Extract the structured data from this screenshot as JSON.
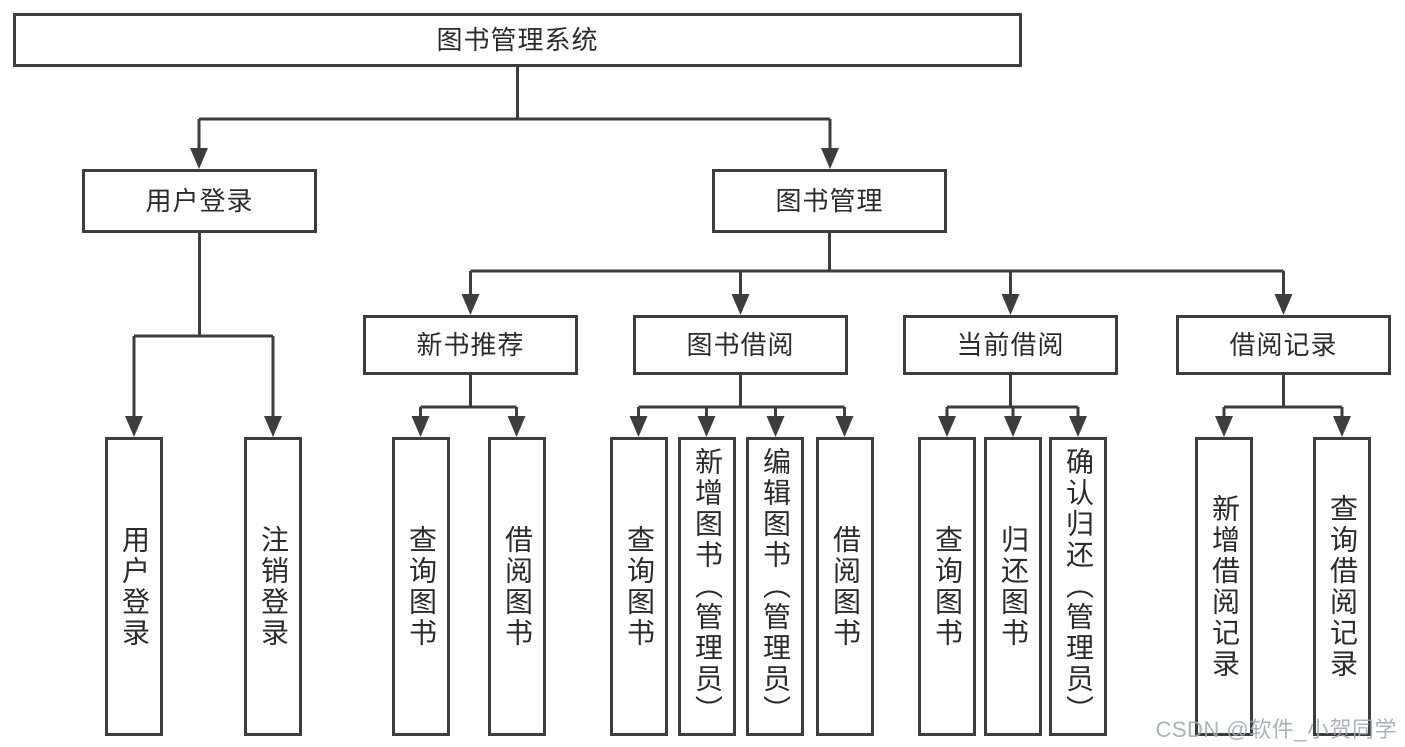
{
  "diagram_title": "图书管理系统",
  "watermark": "CSDN @软件_小贺同学",
  "colors": {
    "line": "#3d3d3d",
    "text": "#2b2b2b",
    "watermark": "#a6aaaf",
    "background": "#ffffff"
  },
  "nodes": {
    "root": "图书管理系统",
    "user_login": "用户登录",
    "book_management": "图书管理",
    "new_book_recommend": "新书推荐",
    "book_borrow": "图书借阅",
    "current_borrow": "当前借阅",
    "borrow_record": "借阅记录",
    "leaf_user_login": "用户登录",
    "leaf_logout_login": "注销登录",
    "leaf_query_book_a": "查询图书",
    "leaf_borrow_book_a": "借阅图书",
    "leaf_query_book_b": "查询图书",
    "leaf_add_book_admin": "新增图书（管理员）",
    "leaf_edit_book_admin": "编辑图书（管理员）",
    "leaf_borrow_book_b": "借阅图书",
    "leaf_query_book_c": "查询图书",
    "leaf_return_book": "归还图书",
    "leaf_confirm_return_admin": "确认归还（管理员）",
    "leaf_add_borrow_record": "新增借阅记录",
    "leaf_query_borrow_record": "查询借阅记录"
  }
}
